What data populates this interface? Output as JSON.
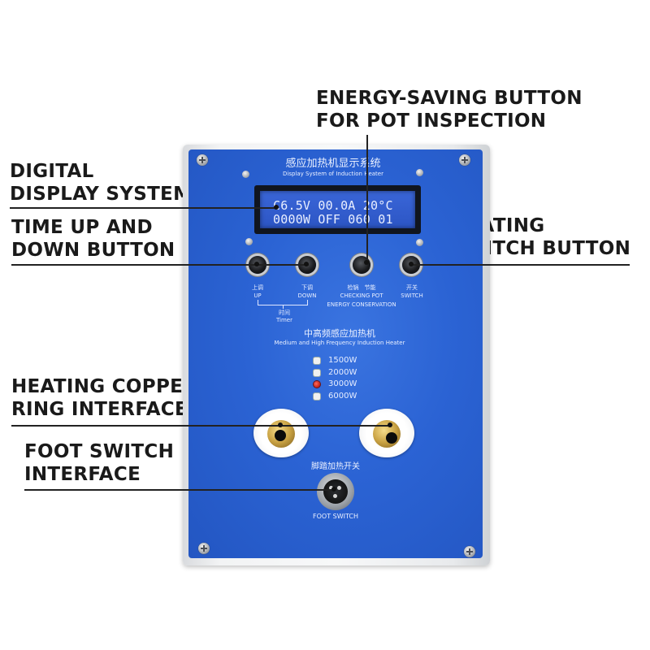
{
  "callouts": {
    "energy_saving": [
      "ENERGY-SAVING BUTTON",
      "FOR POT INSPECTION"
    ],
    "digital_display": [
      "DIGITAL",
      "DISPLAY SYSTEM"
    ],
    "time_button": [
      "TIME UP AND",
      "DOWN BUTTON"
    ],
    "heating_switch": [
      "HEATING",
      "SWITCH BUTTON"
    ],
    "copper_ring": [
      "HEATING COPPER",
      "RING INTERFACE"
    ],
    "foot_switch": [
      "FOOT SWITCH",
      "INTERFACE"
    ]
  },
  "panel": {
    "title_cn": "感应加热机显示系统",
    "title_en": "Display System of Induction Heater",
    "lcd_line1": "C6.5V 00.0A 20°C",
    "lcd_line2": "0000W OFF 060 01",
    "buttons": {
      "up_cn": "上调",
      "up_en": "UP",
      "down_cn": "下调",
      "down_en": "DOWN",
      "timer_cn": "时间",
      "timer_en": "Timer",
      "check_cn": "检锅　节能",
      "check_en": "CHECKING POT",
      "switch_cn": "开关",
      "switch_en": "SWITCH",
      "energy_en": "ENERGY CONSERVATION"
    },
    "subtitle_cn": "中高频感应加热机",
    "subtitle_en": "Medium and High Frequency Induction Heater",
    "power_levels": [
      {
        "label": "1500W",
        "active": false
      },
      {
        "label": "2000W",
        "active": false
      },
      {
        "label": "3000W",
        "active": true
      },
      {
        "label": "6000W",
        "active": false
      }
    ],
    "foot_cn": "脚踏加热开关",
    "foot_en": "FOOT SWITCH"
  }
}
